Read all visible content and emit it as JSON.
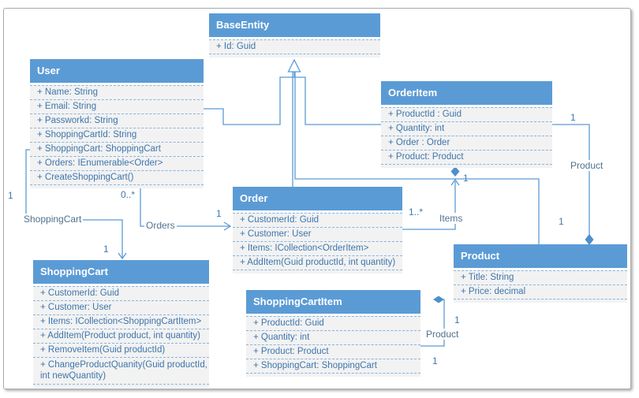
{
  "diagram": {
    "classes": {
      "baseEntity": {
        "title": "BaseEntity",
        "members": [
          "+ Id: Guid"
        ]
      },
      "user": {
        "title": "User",
        "members": [
          "+ Name: String",
          "+ Email: String",
          "+ Passworkd: String",
          "+ ShoppingCartId: String",
          "+ ShoppingCart: ShoppingCart",
          "+ Orders: IEnumerable<Order>",
          "+ CreateShoppingCart()"
        ]
      },
      "orderItem": {
        "title": "OrderItem",
        "members": [
          "+ ProductId : Guid",
          "+ Quantity: int",
          "+ Order : Order",
          "+ Product: Product"
        ]
      },
      "order": {
        "title": "Order",
        "members": [
          "+ CustomerId: Guid",
          "+ Customer: User",
          "+ Items: ICollection<OrderItem>",
          "+ AddItem(Guid productId, int quantity)"
        ]
      },
      "shoppingCart": {
        "title": "ShoppingCart",
        "members": [
          "+ CustomerId: Guid",
          "+ Customer: User",
          "+ Items: ICollection<ShoppingCartItem>",
          "+ AddItem(Product product, int quantity)",
          "+ RemoveItem(Guid productId)",
          "+ ChangeProductQuanity(Guid productId, int newQuantity)"
        ]
      },
      "shoppingCartItem": {
        "title": "ShoppingCartItem",
        "members": [
          "+ ProductId: Guid",
          "+ Quantity: int",
          "+ Product: Product",
          "+ ShoppingCart: ShoppingCart"
        ]
      },
      "product": {
        "title": "Product",
        "members": [
          "+ Title: String",
          "+ Price: decimal"
        ]
      }
    },
    "relations": {
      "userShoppingCart": {
        "name": "ShoppingCart",
        "userEnd": "1",
        "cartEnd": "1"
      },
      "userOrders": {
        "name": "Orders",
        "userEnd": "0..*",
        "orderEnd": "1"
      },
      "orderItems": {
        "name": "Items",
        "orderEnd": "1..*",
        "orderItemEnd": "1"
      },
      "orderItemProduct": {
        "name": "Product",
        "orderItemEnd": "1",
        "productEnd": "1"
      },
      "cartItemProduct": {
        "name": "Product",
        "productEnd": "1",
        "cartItemEnd": "1"
      }
    },
    "colors": {
      "header": "#5B9BD5",
      "compartment": "#F2F2F2",
      "separator": "#86B4DF",
      "memberText": "#3E75AC",
      "connector": "#5B9BD5",
      "labelText": "#52718F"
    }
  }
}
